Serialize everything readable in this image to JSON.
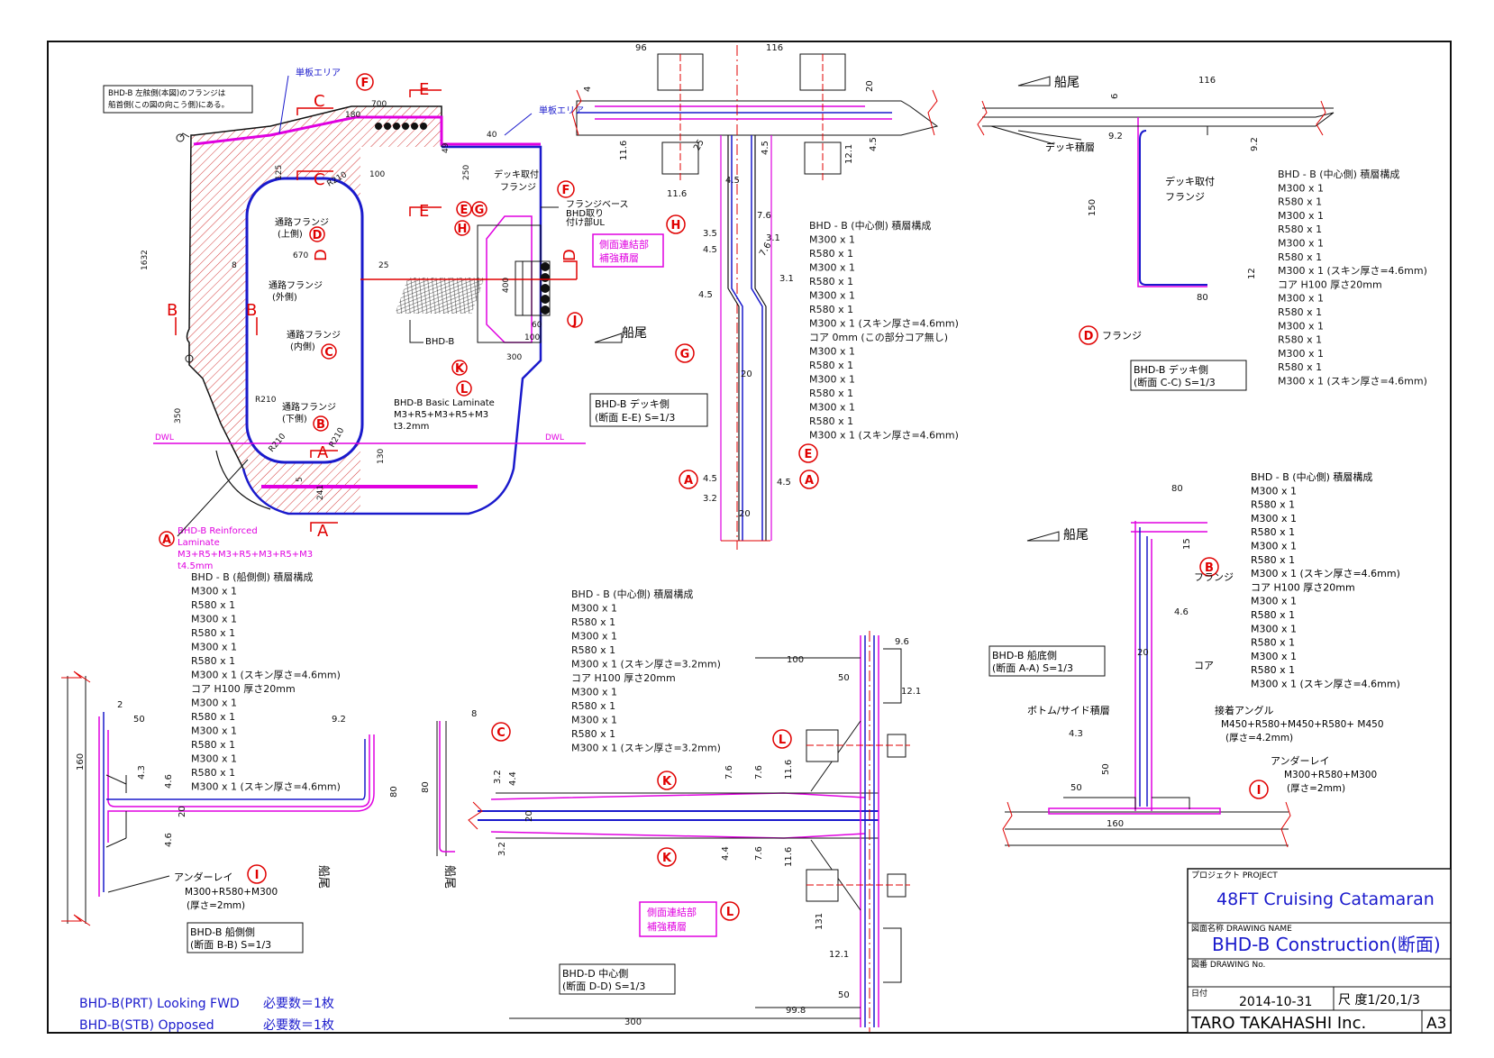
{
  "colors": {
    "line": "#111111",
    "magenta": "#e000e0",
    "blue": "#1a1acc",
    "red": "#e00000",
    "hatch": "#cc2222"
  },
  "main_view": {
    "note_lines": [
      "BHD-B 左舷側(本図)のフランジは",
      "船首側(この図の向こう側)にある。"
    ],
    "single_plate_area_1": "単板エリア",
    "single_plate_area_2": "単板エリア",
    "deck_mount_flange": [
      "デッキ取付",
      "フランジ"
    ],
    "flange_base": "フランジベース",
    "bhd_mount_ul": [
      "BHD取り",
      "付け部UL"
    ],
    "side_join_reinf": [
      "側面連結部",
      "補強積層"
    ],
    "passage_flange_upper": [
      "通路フランジ",
      "(上側)"
    ],
    "passage_flange_outer": [
      "通路フランジ",
      "(外側)"
    ],
    "passage_flange_inner": [
      "通路フランジ",
      "(内側)"
    ],
    "passage_flange_lower": [
      "通路フランジ",
      "(下側)"
    ],
    "bhd_b_label": "BHD-B",
    "basic_laminate": [
      "BHD-B Basic Laminate",
      "M3+R5+M3+R5+M3",
      "t3.2mm"
    ],
    "reinforced_laminate": [
      "BHD-B Reinforced",
      "Laminate",
      "M3+R5+M3+R5+M3+R5+M3",
      "t4.5mm"
    ],
    "dwl": "DWL",
    "dims": [
      "1632",
      "670",
      "700",
      "180",
      "100",
      "125",
      "25",
      "8",
      "350",
      "130",
      "241",
      "5",
      "400",
      "100",
      "300",
      "250",
      "49",
      "60",
      "40"
    ],
    "radii": [
      "R210",
      "R210",
      "R210",
      "R210"
    ]
  },
  "markers": [
    "A",
    "B",
    "C",
    "D",
    "E",
    "F",
    "G",
    "H",
    "I",
    "J",
    "K",
    "L"
  ],
  "section_letters": {
    "A": "A",
    "B": "B",
    "C": "C",
    "D": "D",
    "E": "E"
  },
  "stern_label": "船尾",
  "laminate_center_46": [
    "BHD - B (中心側) 積層構成",
    "M300  x  1",
    "R580  x  1",
    "M300  x  1",
    "R580  x  1",
    "M300  x  1",
    "R580  x  1",
    "M300  x  1 (スキン厚さ=4.6mm)",
    "コア      0mm (この部分コア無し)",
    "M300  x  1",
    "R580  x  1",
    "M300  x  1",
    "R580  x  1",
    "M300  x  1",
    "R580  x  1",
    "M300  x  1 (スキン厚さ=4.6mm)"
  ],
  "laminate_ship_side": [
    "BHD - B (船側側) 積層構成",
    "M300  x  1",
    "R580  x  1",
    "M300  x  1",
    "R580  x  1",
    "M300  x  1",
    "R580  x  1",
    "M300  x  1 (スキン厚さ=4.6mm)",
    "コア   H100   厚さ20mm",
    "M300  x  1",
    "R580  x  1",
    "M300  x  1",
    "R580  x  1",
    "M300  x  1",
    "R580  x  1",
    "M300  x  1 (スキン厚さ=4.6mm)"
  ],
  "laminate_center_32": [
    "BHD - B (中心側) 積層構成",
    "M300  x  1",
    "R580  x  1",
    "M300  x  1",
    "R580  x  1",
    "M300  x  1 (スキン厚さ=3.2mm)",
    "コア   H100   厚さ20mm",
    "M300  x  1",
    "R580  x  1",
    "M300  x  1",
    "R580  x  1",
    "M300  x  1 (スキン厚さ=3.2mm)"
  ],
  "laminate_center_core": [
    "BHD - B (中心側) 積層構成",
    "M300  x  1",
    "R580  x  1",
    "M300  x  1",
    "R580  x  1",
    "M300  x  1",
    "R580  x  1",
    "M300  x  1 (スキン厚さ=4.6mm)",
    "コア   H100   厚さ20mm",
    "M300  x  1",
    "R580  x  1",
    "M300  x  1",
    "R580  x  1",
    "M300  x  1",
    "R580  x  1",
    "M300  x  1 (スキン厚さ=4.6mm)"
  ],
  "section_EE": {
    "title": [
      "BHD-B デッキ側",
      "(断面  E-E)    S=1/3"
    ],
    "dims": [
      "96",
      "116",
      "4",
      "20",
      "11.6",
      "25",
      "4.5",
      "12.1",
      "4.5",
      "11.6",
      "4.5",
      "7.6",
      "3.5",
      "3.1",
      "4.5",
      "7.6",
      "3.1",
      "4.5",
      "20",
      "4.5",
      "4.5",
      "3.2",
      "20"
    ]
  },
  "section_CC": {
    "title": [
      "BHD-B デッキ側",
      "(断面  C-C)    S=1/3"
    ],
    "deck_lam": "デッキ積層",
    "deck_flange": [
      "デッキ取付",
      "フランジ"
    ],
    "flange": "フランジ",
    "dims": [
      "116",
      "6",
      "9.2",
      "9.2",
      "150",
      "12",
      "80"
    ]
  },
  "section_AA": {
    "title": [
      "BHD-B 船底側",
      "(断面  A-A)    S=1/3"
    ],
    "flange": "フランジ",
    "core": "コア",
    "bottom_side": "ボトム/サイド積層",
    "bond_angle": "接着アングル",
    "bond_angle_spec": [
      "M450+R580+M450+R580+ M450",
      "(厚さ=4.2mm)"
    ],
    "underlay": "アンダーレイ",
    "underlay_spec": [
      "M300+R580+M300",
      "(厚さ=2mm)"
    ],
    "dims": [
      "80",
      "15",
      "4.6",
      "20",
      "4.3",
      "50",
      "50",
      "160"
    ]
  },
  "section_BB": {
    "title": [
      "BHD-B 船側側",
      "(断面  B-B)    S=1/3"
    ],
    "underlay": "アンダーレイ",
    "underlay_spec": [
      "M300+R580+M300",
      "(厚さ=2mm)"
    ],
    "dims": [
      "2",
      "50",
      "9.2",
      "160",
      "4.3",
      "4.6",
      "20",
      "4.6",
      "80"
    ]
  },
  "section_DD": {
    "title": [
      "BHD-D 中心側",
      "(断面  D-D)    S=1/3"
    ],
    "side_join": [
      "側面連結部",
      "補強積層"
    ],
    "dims": [
      "8",
      "80",
      "3.2",
      "4.4",
      "20",
      "3.2",
      "7.6",
      "7.6",
      "11.6",
      "4.4",
      "7.6",
      "11.6",
      "100",
      "50",
      "9.6",
      "12.1",
      "131",
      "12.1",
      "50",
      "99.8",
      "300"
    ]
  },
  "requirements": [
    {
      "label": "BHD-B(PRT)  Looking FWD",
      "qty": "必要数＝1枚"
    },
    {
      "label": "BHD-B(STB)  Opposed",
      "qty": "必要数＝1枚"
    }
  ],
  "title_block": {
    "project_caption": "プロジェクト  PROJECT",
    "project": "48FT Cruising Catamaran",
    "drawing_name_caption": "図面名称  DRAWING  NAME",
    "drawing_name": "BHD-B  Construction(断面)",
    "drawing_no_caption": "図番  DRAWING No.",
    "date_caption": "日付",
    "date": "2014-10-31",
    "scale": "尺  度1/20,1/3",
    "company": "TARO TAKAHASHI Inc.",
    "sheet": "A3"
  }
}
